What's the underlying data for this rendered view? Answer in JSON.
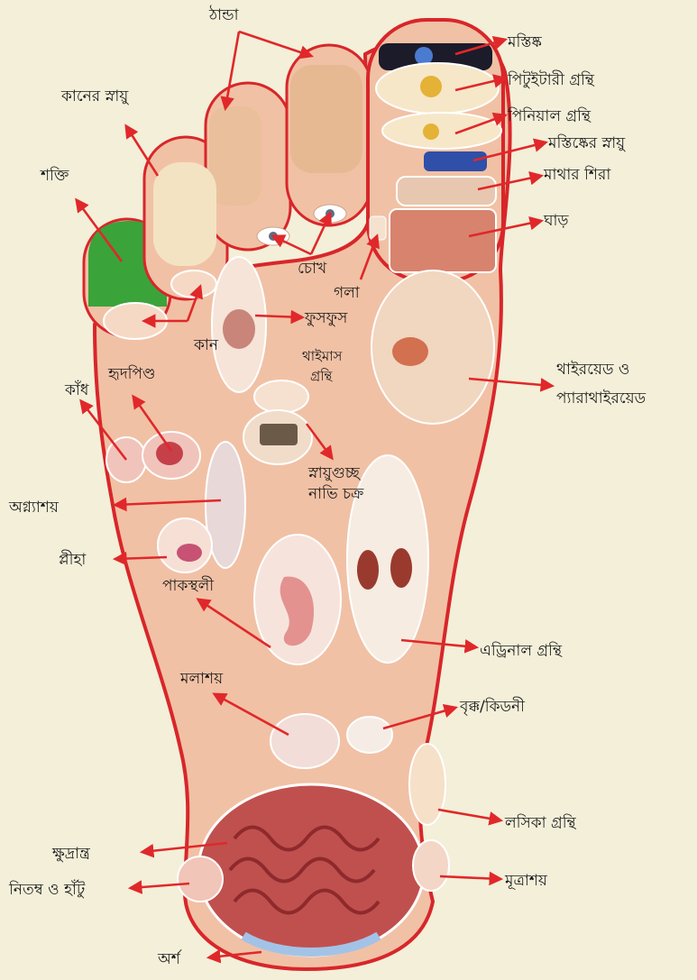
{
  "labels": {
    "thanda": "ঠান্ডা",
    "mostishko": "মস্তিষ্ক",
    "pituitary": "পিটুইটারী গ্রন্থি",
    "pineal": "পিনিয়াল গ্রন্থি",
    "brain_nerve": "মস্তিষ্কের স্নায়ু",
    "head_vein": "মাথার শিরা",
    "neck": "ঘাড়",
    "ear_nerve": "কানের স্নায়ু",
    "shakti": "শক্তি",
    "eye": "চোখ",
    "throat": "গলা",
    "lungs": "ফুসফুস",
    "ear": "কান",
    "thymus_1": "থাইমাস",
    "thymus_2": "গ্রন্থি",
    "thyroid_1": "থাইরয়েড ও",
    "thyroid_2": "প্যারাথাইরয়েড",
    "shoulder": "কাঁধ",
    "heart": "হৃদপিণ্ড",
    "solar_1": "স্নায়ুগুচ্ছ",
    "solar_2": "নাভি চক্র",
    "pancreas": "অগ্ন্যাশয়",
    "spleen": "প্লীহা",
    "stomach": "পাকস্থলী",
    "adrenal": "এড্রিনাল গ্রন্থি",
    "rectum": "মলাশয়",
    "kidney": "বৃক্ক/কিডনী",
    "lymph": "লসিকা গ্রন্থি",
    "small_intestine": "ক্ষুদ্রান্ত্র",
    "hip_knee": "নিতম্ব ও হাঁটু",
    "bladder": "মূত্রাশয়",
    "piles": "অর্শ"
  },
  "colors": {
    "arrow": "#e0282a",
    "foot_outline": "#d8262a",
    "skin": "#f1c1a5",
    "paper": "#f3efd9"
  }
}
